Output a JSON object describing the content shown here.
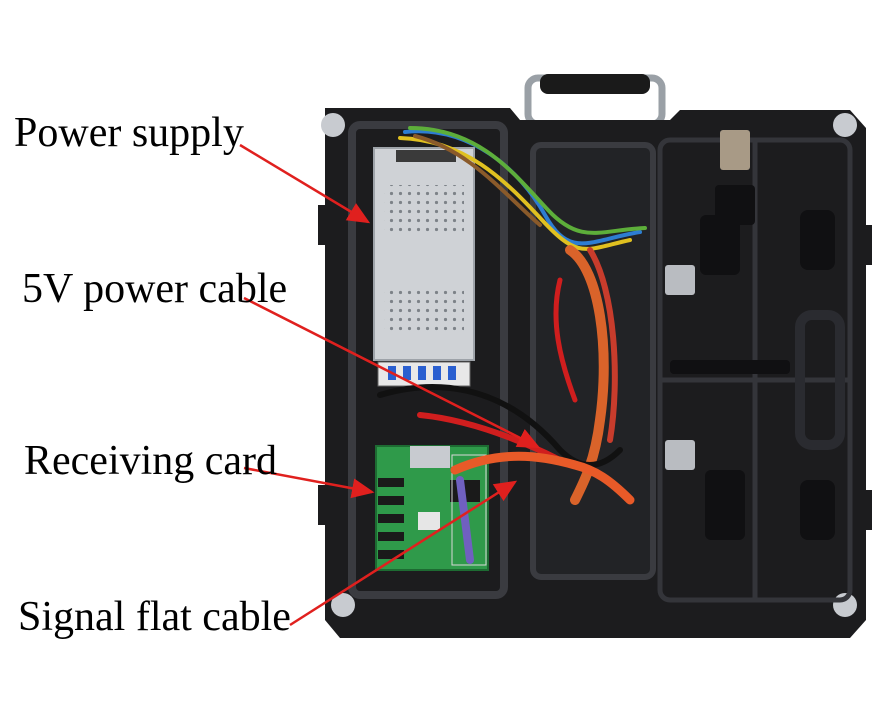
{
  "labels": {
    "power_supply": "Power supply",
    "power_cable": "5V power cable",
    "receiving_card": "Receiving card",
    "signal_cable": "Signal flat cable"
  },
  "colors": {
    "cabinet": "#1c1c1e",
    "psu": "#cfd2d6",
    "pcb": "#2f9a4a",
    "arrow": "#e0201e"
  }
}
